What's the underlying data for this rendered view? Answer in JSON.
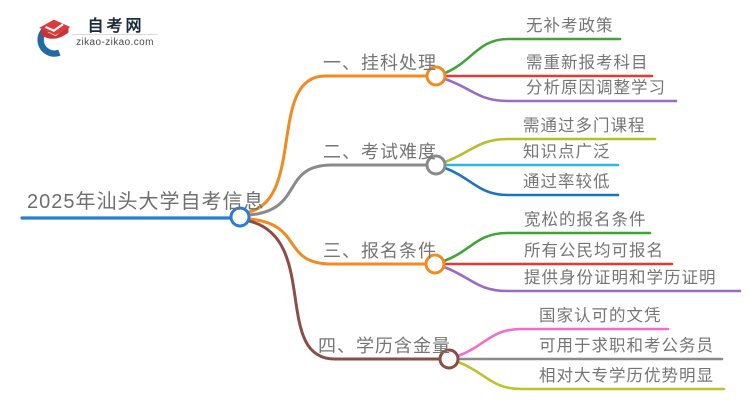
{
  "logo": {
    "title": "自考网",
    "domain": "zikao-zikao.com",
    "icon": "graduation-cap-icon",
    "crescent_color": "#1e6ba8",
    "cap_color": "#dd3a3c"
  },
  "root": {
    "label": "2025年汕头大学自考信息",
    "color": "#2b7cd3"
  },
  "branches": [
    {
      "label": "一、挂科处理",
      "color": "#f28a20",
      "children": [
        {
          "label": "无补考政策",
          "color": "#3fa535"
        },
        {
          "label": "需重新报考科目",
          "color": "#e23b33"
        },
        {
          "label": "分析原因调整学习",
          "color": "#9b6bc4"
        }
      ]
    },
    {
      "label": "二、考试难度",
      "color": "#8a8a8a",
      "children": [
        {
          "label": "需通过多门课程",
          "color": "#b8bd2b"
        },
        {
          "label": "知识点广泛",
          "color": "#29b9e8"
        },
        {
          "label": "通过率较低",
          "color": "#1d72c2"
        }
      ]
    },
    {
      "label": "三、报名条件",
      "color": "#f28a20",
      "children": [
        {
          "label": "宽松的报名条件",
          "color": "#3fa535"
        },
        {
          "label": "所有公民均可报名",
          "color": "#e23b33"
        },
        {
          "label": "提供身份证明和学历证明",
          "color": "#9b6bc4"
        }
      ]
    },
    {
      "label": "四、学历含金量",
      "color": "#8b4d45",
      "children": [
        {
          "label": "国家认可的文凭",
          "color": "#ef6fc9"
        },
        {
          "label": "可用于求职和考公务员",
          "color": "#8a8a8a"
        },
        {
          "label": "相对大专学历优势明显",
          "color": "#bfc32a"
        }
      ]
    }
  ]
}
